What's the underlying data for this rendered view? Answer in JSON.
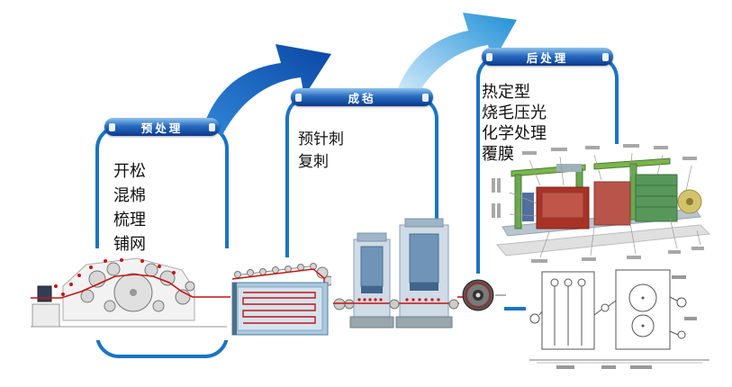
{
  "diagram": {
    "stages": [
      {
        "title": "预处理",
        "items": [
          "开松",
          "混棉",
          "梳理",
          "铺网"
        ]
      },
      {
        "title": "成毡",
        "items": [
          "预针刺",
          "复刺"
        ]
      },
      {
        "title": "后处理",
        "items": [
          "热定型",
          "烧毛压光",
          "化学处理",
          "覆膜"
        ]
      }
    ]
  },
  "palette": {
    "box_border": "#1b74c4",
    "pill_top": "#8ec3ee",
    "pill_bottom": "#083a8e",
    "arrow_dark_start": "#2f86d8",
    "arrow_dark_end": "#0a47a5",
    "arrow_light_start": "#d7eefc",
    "arrow_light_end": "#1f8fd6",
    "fiber_line_red": "#cc1111"
  }
}
